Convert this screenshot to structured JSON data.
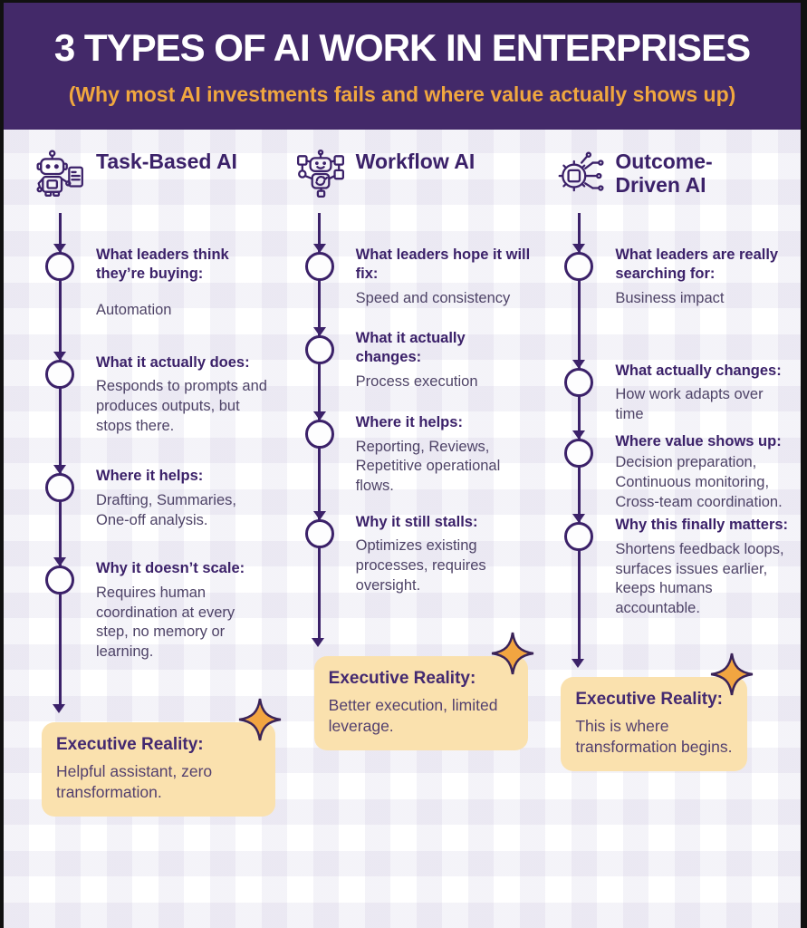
{
  "header": {
    "title": "3 TYPES OF AI WORK IN ENTERPRISES",
    "subtitle": "(Why most AI investments fails and where value actually shows up)"
  },
  "colors": {
    "header_bg": "#432969",
    "title_text": "#ffffff",
    "subtitle_text": "#f0a73f",
    "heading_purple": "#3b2169",
    "body_text": "#4e4367",
    "timeline": "#3b2169",
    "reality_box_bg": "#fae1ae",
    "sparkle_fill": "#f2a541",
    "background_check": "#efecf6"
  },
  "columns": [
    {
      "title": "Task-Based AI",
      "icon": "robot-document-icon",
      "steps": [
        {
          "heading": "What leaders think they’re buying:",
          "body": "Automation"
        },
        {
          "heading": "What it actually does:",
          "body": "Responds to prompts and produces outputs, but stops there."
        },
        {
          "heading": "Where it helps:",
          "body": "Drafting, Summaries, One-off analysis."
        },
        {
          "heading": "Why it doesn’t scale:",
          "body": "Requires human coordination at every step, no memory or learning."
        }
      ],
      "reality": {
        "label": "Executive Reality:",
        "body": "Helpful assistant, zero transformation."
      }
    },
    {
      "title": "Workflow AI",
      "icon": "workflow-robot-icon",
      "steps": [
        {
          "heading": "What leaders hope it will fix:",
          "body": "Speed and consistency"
        },
        {
          "heading": "What it actually changes:",
          "body": "Process execution"
        },
        {
          "heading": "Where it helps:",
          "body": "Reporting, Reviews, Repetitive operational flows."
        },
        {
          "heading": "Why it still stalls:",
          "body": "Optimizes existing processes, requires oversight."
        }
      ],
      "reality": {
        "label": "Executive Reality:",
        "body": "Better execution, limited leverage."
      }
    },
    {
      "title": "Outcome-Driven AI",
      "icon": "gear-chip-icon",
      "steps": [
        {
          "heading": "What leaders are really searching for:",
          "body": "Business impact"
        },
        {
          "heading": "What actually changes:",
          "body": "How work adapts over time"
        },
        {
          "heading": "Where value shows up:",
          "body": "Decision preparation, Continuous monitoring, Cross-team coordination."
        },
        {
          "heading": "Why this finally matters:",
          "body": "Shortens feedback loops, surfaces issues earlier, keeps humans accountable."
        }
      ],
      "reality": {
        "label": "Executive Reality:",
        "body": "This is where transformation begins."
      }
    }
  ],
  "icons": {
    "sparkle": "sparkle-star-icon",
    "timeline_node": "timeline-circle-node",
    "timeline_arrow": "arrow-down-icon"
  }
}
